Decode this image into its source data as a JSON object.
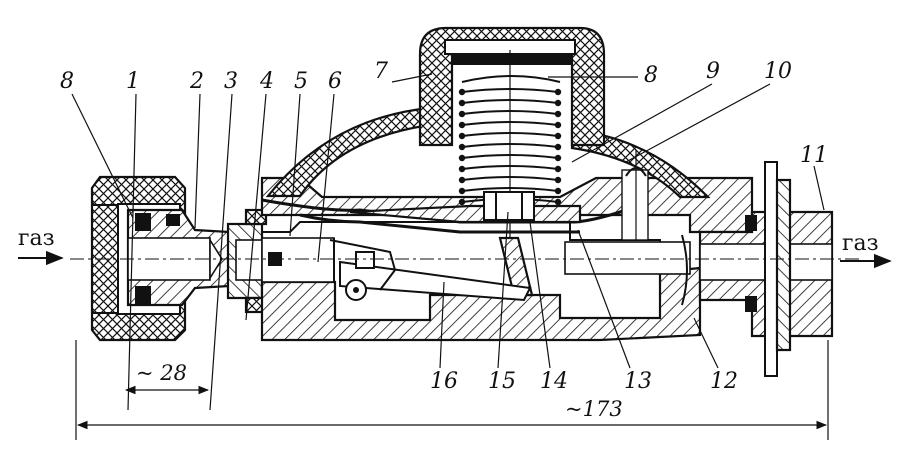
{
  "figure": {
    "flow_labels": {
      "inlet": "газ",
      "outlet": "газ"
    },
    "callouts": [
      {
        "id": "c8a",
        "text": "8"
      },
      {
        "id": "c1",
        "text": "1"
      },
      {
        "id": "c2",
        "text": "2"
      },
      {
        "id": "c3",
        "text": "3"
      },
      {
        "id": "c4",
        "text": "4"
      },
      {
        "id": "c5",
        "text": "5"
      },
      {
        "id": "c6",
        "text": "6"
      },
      {
        "id": "c7",
        "text": "7"
      },
      {
        "id": "c8b",
        "text": "8"
      },
      {
        "id": "c9",
        "text": "9"
      },
      {
        "id": "c10",
        "text": "10"
      },
      {
        "id": "c11",
        "text": "11"
      },
      {
        "id": "c12",
        "text": "12"
      },
      {
        "id": "c13",
        "text": "13"
      },
      {
        "id": "c14",
        "text": "14"
      },
      {
        "id": "c15",
        "text": "15"
      },
      {
        "id": "c16",
        "text": "16"
      }
    ],
    "dimensions": {
      "short": "~ 28",
      "overall": "~173"
    }
  }
}
